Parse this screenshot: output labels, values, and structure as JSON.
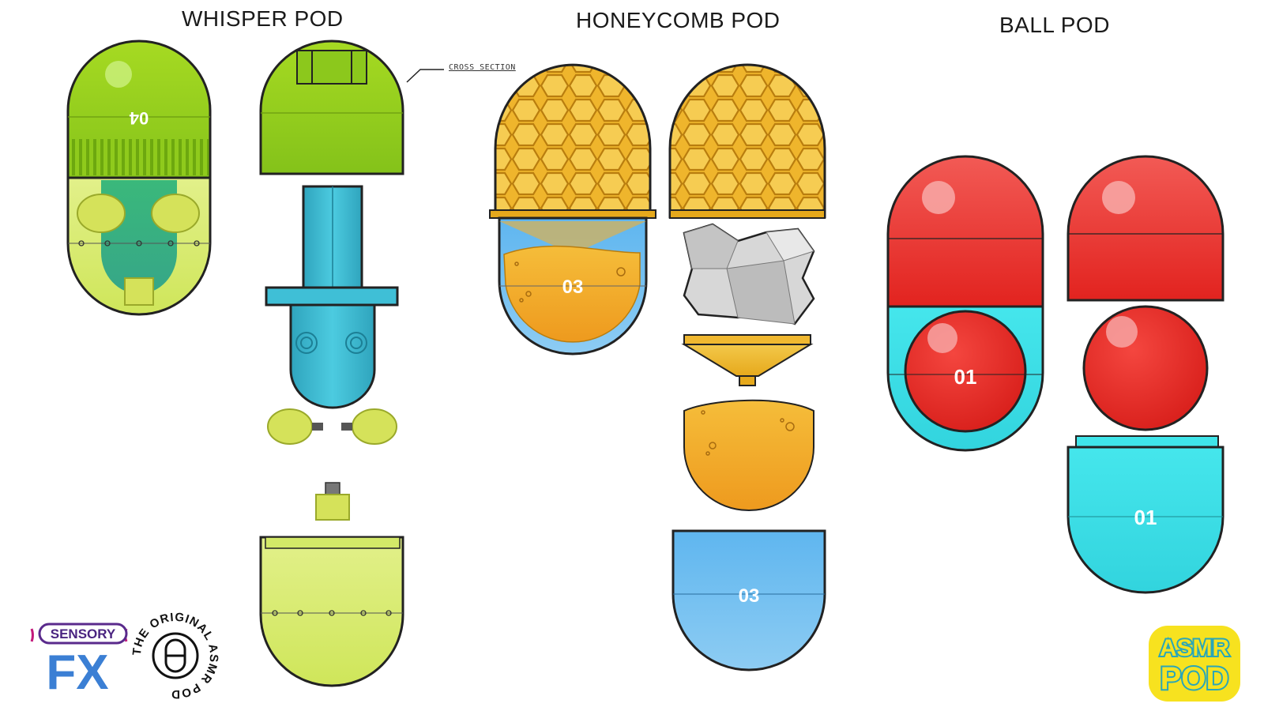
{
  "titles": {
    "whisper": "WHISPER POD",
    "honeycomb": "HONEYCOMB POD",
    "ball": "BALL POD"
  },
  "annotation": "CROSS SECTION",
  "pod_codes": {
    "whisper": "04",
    "honeycomb": "03",
    "ball": "01"
  },
  "logos": {
    "sensory_top": "SENSORY",
    "sensory_bottom": "FX",
    "original_ring": "THE ORIGINAL ASMR POD",
    "asmr_top": "ASMR",
    "asmr_bottom": "POD"
  },
  "colors": {
    "lime": "#9ad21e",
    "lime_light": "#d9ec6a",
    "teal": "#3bb9cf",
    "gold": "#f0b830",
    "blue": "#59b0ec",
    "red": "#ec2f2a",
    "cyan": "#3fe5ea",
    "yellow_logo": "#f7e21f"
  }
}
